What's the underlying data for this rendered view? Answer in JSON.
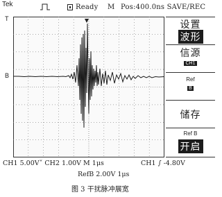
{
  "status_bar": {
    "brand": "Tek",
    "state": "Ready",
    "mode": "M",
    "position": "Pos:400.0ns SAVE/REC"
  },
  "markers": {
    "trigger_level": "T",
    "ref_marker": "B"
  },
  "menu": {
    "item1_top": "设置",
    "item1_bottom": "波形",
    "item2_top": "信源",
    "item2_bottom": "CH1",
    "item3_top": "Ref",
    "item3_bottom": "B",
    "item4": "储存",
    "item5_top": "Ref B",
    "item5_bottom": "开启"
  },
  "readout": {
    "line1": "CH1  5.00V˅  CH2  1.00V  M  1μs",
    "trigger": "CH1  ∫    -4.80V",
    "line2": "RefB  2.00V  1μs"
  },
  "caption": "图 3   干扰脉冲展宽"
}
